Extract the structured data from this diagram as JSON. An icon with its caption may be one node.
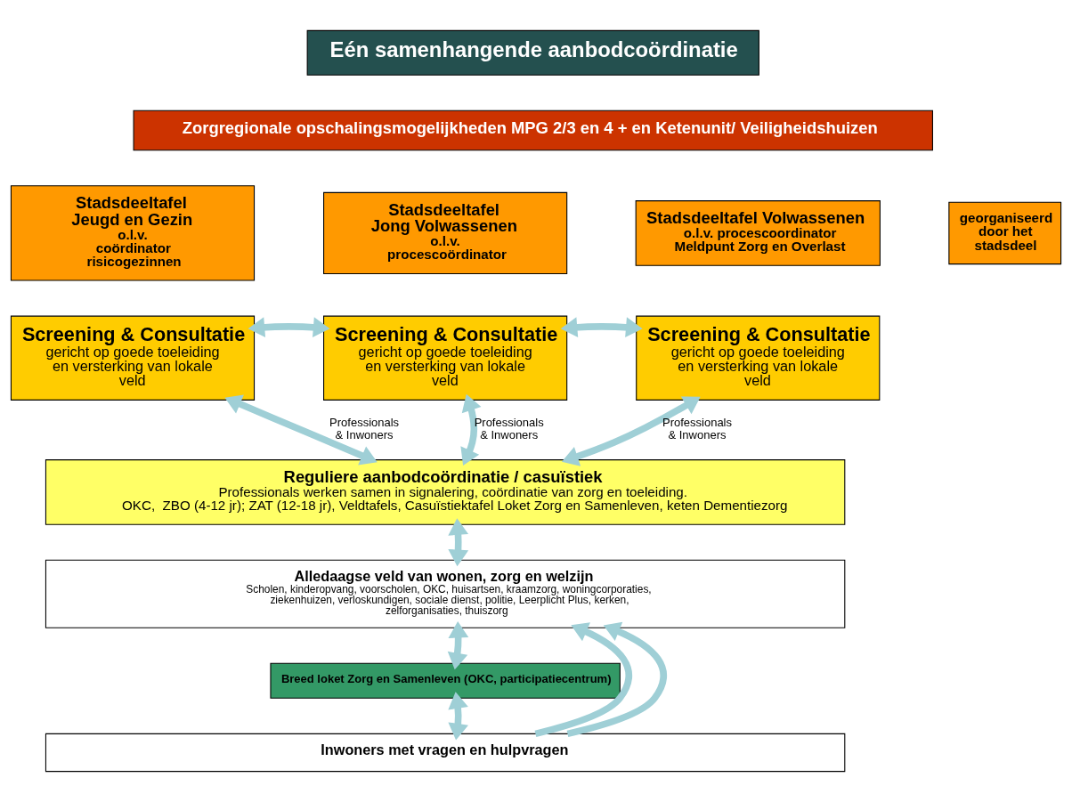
{
  "diagram": {
    "nodes": [
      {
        "text": [
          "Eén samenhangende aanbodcoördinatie"
        ]
      },
      {
        "text": [
          "Zorgregionale opschalingsmogelijkheden MPG 2/3 en 4 + en Ketenunit/ Veiligheidshuizen"
        ]
      },
      {
        "text": [
          "Stadsdeeltafel Jeugd en Gezin",
          "o.l.v. coördinator risicogezinnen"
        ]
      },
      {
        "text": [
          "Stadsdeeltafel Jong Volwassenen",
          "o.l.v. procescoördinator"
        ]
      },
      {
        "text": [
          "Stadsdeeltafel Volwassenen",
          "o.l.v. procescoordinator Meldpunt Zorg en Overlast"
        ]
      },
      {
        "text": [
          "georganiseerd door het stadsdeel"
        ]
      },
      {
        "text": [
          "Screening & Consultatie",
          "gericht op goede toeleiding en versterking van lokale veld"
        ]
      },
      {
        "text": [
          "Screening & Consultatie",
          "gericht op goede toeleiding en versterking van lokale veld"
        ]
      },
      {
        "text": [
          "Screening & Consultatie",
          "gericht op goede toeleiding en versterking van lokale veld"
        ]
      },
      {
        "text": [
          "Reguliere aanbodcoördinatie / casuïstiek",
          "Professionals werken samen in signalering, coördinatie van zorg en toeleiding.",
          "OKC,  ZBO (4-12 jr); ZAT (12-18 jr), Veldtafels, Casuïstiektafel Loket Zorg en Samenleven, keten Dementiezorg"
        ]
      },
      {
        "text": [
          "Alledaagse veld van wonen, zorg en welzijn",
          "Scholen, kinderopvang, voorscholen, OKC, huisartsen, kraamzorg, woningcorporaties, ziekenhuizen, verloskundigen, sociale dienst, politie, Leerplicht Plus, kerken, zelforganisaties, thuiszorg"
        ]
      },
      {
        "text": [
          "Breed loket Zorg en Samenleven (OKC, participatiecentrum)"
        ]
      },
      {
        "text": [
          "Inwoners met vragen en hulpvragen"
        ]
      }
    ],
    "edges": [
      {
        "from": 6,
        "to": 7,
        "arrow": "both"
      },
      {
        "from": 7,
        "to": 8,
        "arrow": "both"
      },
      {
        "from": 6,
        "to": 9,
        "arrow": "both",
        "label": "Professionals & Inwoners"
      },
      {
        "from": 7,
        "to": 9,
        "arrow": "both",
        "label": "Professionals & Inwoners"
      },
      {
        "from": 8,
        "to": 9,
        "arrow": "both",
        "label": "Professionals & Inwoners"
      },
      {
        "from": 9,
        "to": 10,
        "arrow": "both"
      },
      {
        "from": 10,
        "to": 11,
        "arrow": "both"
      },
      {
        "from": 11,
        "to": 12,
        "arrow": "both"
      },
      {
        "from": 12,
        "to": 10,
        "arrow": "to"
      },
      {
        "from": 12,
        "to": 10,
        "arrow": "to"
      }
    ]
  }
}
